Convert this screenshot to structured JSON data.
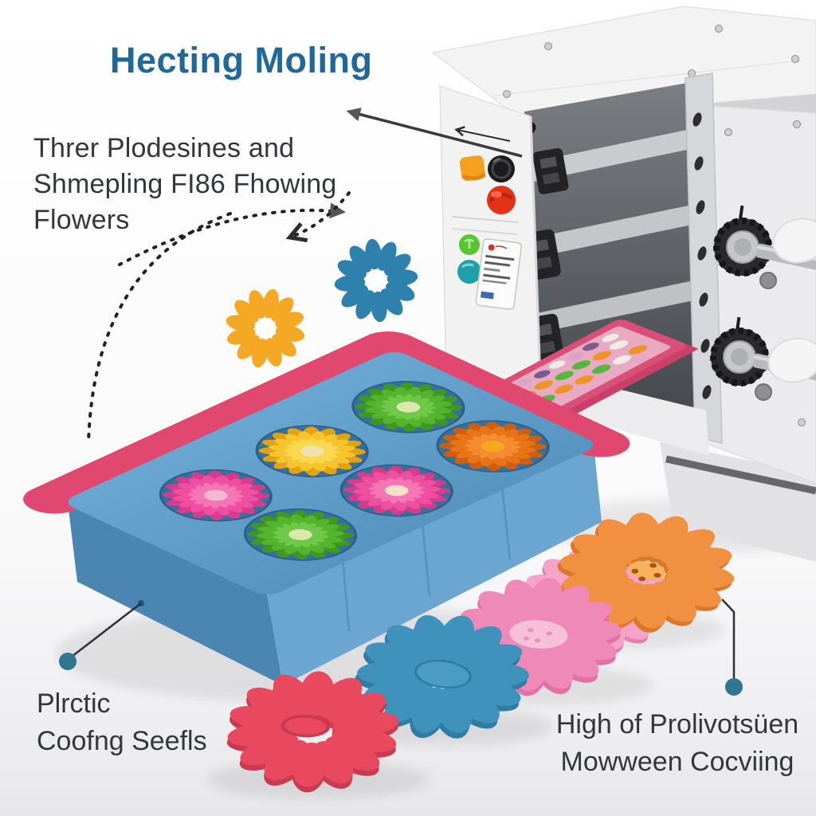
{
  "title": {
    "label": "Hecting Moling",
    "color": "#20689b"
  },
  "annotations": {
    "description": {
      "line1": "Threr Plodesines and",
      "line2": "Shmepling FI86 Fhowing",
      "line3": "Flowers"
    },
    "caption_bottom_left": {
      "line1": "Plrctic",
      "line2": "Coofng Seefls"
    },
    "caption_bottom_right": {
      "line1": "High of Prolivotsüen",
      "line2": "Mowween Cocviing"
    }
  },
  "colors": {
    "title_blue": "#20689b",
    "text_dark": "#33373b",
    "tray_blue": "#5f9cc7",
    "tray_blue_dark": "#4b86b3",
    "tray_blue_front": "#6aa6cf",
    "rim_pink": "#e0486f",
    "small_tray_pink": "#d94f77",
    "leader_dot_teal": "#317690",
    "arrow_dark": "#3a3a3e",
    "daisy_yellow": "#f5a823",
    "daisy_blue": "#2e80ad",
    "flower_red": "#e8495f",
    "flower_blue": "#3e92bb",
    "flower_pink": "#ef8ab8",
    "flower_light_pink": "#f6a3c9",
    "flower_orange": "#f19040",
    "mold_pink": "#ef4fa0",
    "mold_yellow": "#f6c52e",
    "mold_green": "#55b42e",
    "mold_orange": "#e97418",
    "button_orange": "#f6a01e",
    "button_red": "#e23318",
    "button_green": "#57c631",
    "button_teal": "#1fa0a8",
    "machine_white": "#f3f3f4"
  }
}
